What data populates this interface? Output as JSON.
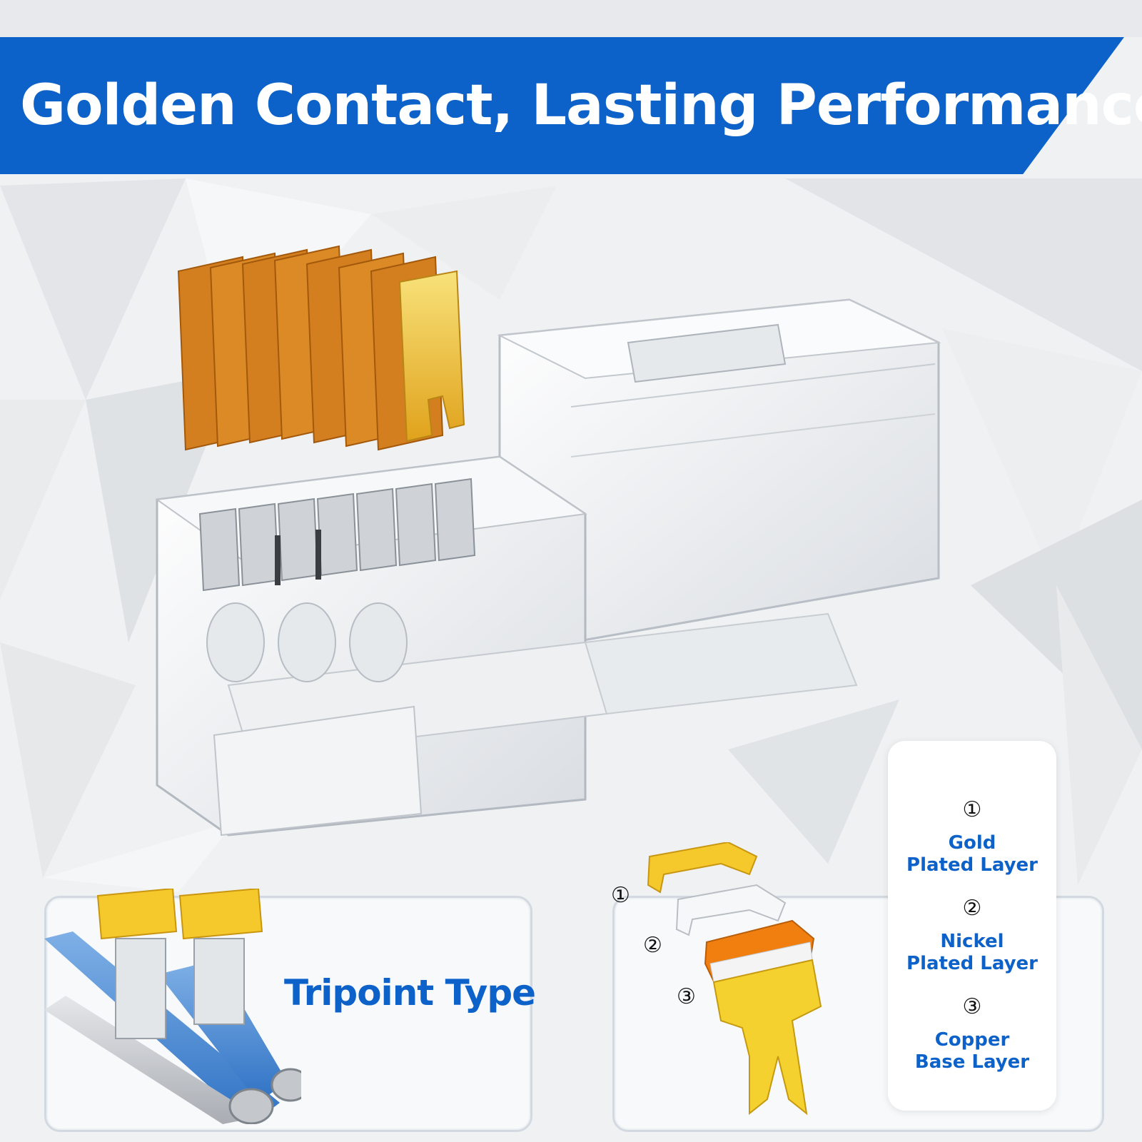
{
  "banner": {
    "title": "Golden Contact, Lasting Performance"
  },
  "tripoint_panel": {
    "label": "Tripoint Type"
  },
  "layer_diagram": {
    "markers": [
      "①",
      "②",
      "③"
    ]
  },
  "legend": {
    "items": [
      {
        "number": "①",
        "line1": "Gold",
        "line2": "Plated Layer"
      },
      {
        "number": "②",
        "line1": "Nickel",
        "line2": "Plated Layer"
      },
      {
        "number": "③",
        "line1": "Copper",
        "line2": "Base Layer"
      }
    ]
  },
  "colors": {
    "brand_blue": "#0d62c9",
    "gold": "#f1c21b",
    "nickel": "#f4f4f4",
    "copper": "#f07f10"
  }
}
